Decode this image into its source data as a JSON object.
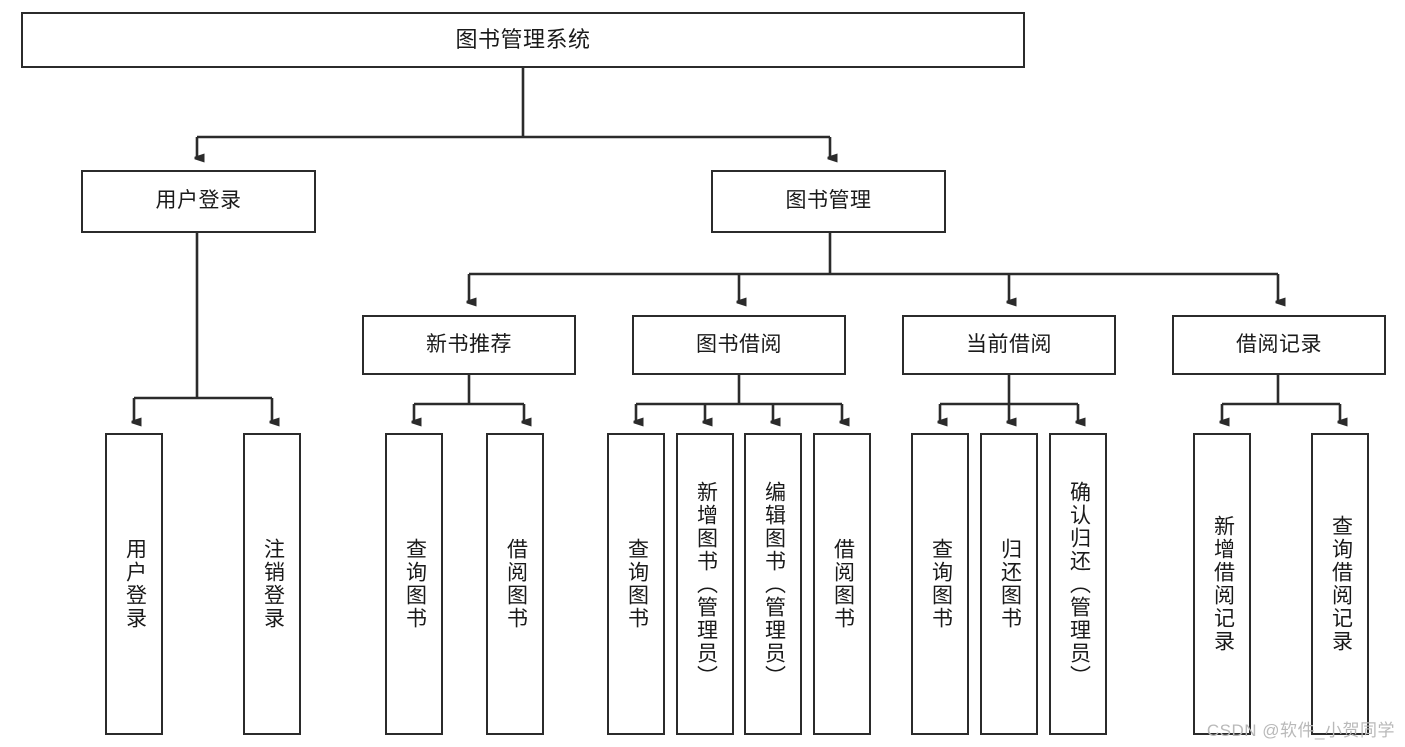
{
  "diagram": {
    "title": "图书管理系统",
    "type": "tree-hierarchy-chart",
    "orientation": "top-down",
    "colors": {
      "box_border": "#2b2b2b",
      "box_fill": "#ffffff",
      "connector": "#2b2b2b",
      "text": "#1a1a1a",
      "watermark": "#b9b9b9",
      "background": "#ffffff"
    }
  },
  "root": {
    "label": "图书管理系统"
  },
  "level2": [
    {
      "label": "用户登录"
    },
    {
      "label": "图书管理"
    }
  ],
  "level3": [
    {
      "label": "新书推荐"
    },
    {
      "label": "图书借阅"
    },
    {
      "label": "当前借阅"
    },
    {
      "label": "借阅记录"
    }
  ],
  "leaves": [
    {
      "label": "用户登录"
    },
    {
      "label": "注销登录"
    },
    {
      "label": "查询图书"
    },
    {
      "label": "借阅图书"
    },
    {
      "label": "查询图书"
    },
    {
      "label": "新增图书（管理员）"
    },
    {
      "label": "编辑图书（管理员）"
    },
    {
      "label": "借阅图书"
    },
    {
      "label": "查询图书"
    },
    {
      "label": "归还图书"
    },
    {
      "label": "确认归还（管理员）"
    },
    {
      "label": "新增借阅记录"
    },
    {
      "label": "查询借阅记录"
    }
  ],
  "watermark": {
    "text": "CSDN @软件_小贺同学"
  }
}
